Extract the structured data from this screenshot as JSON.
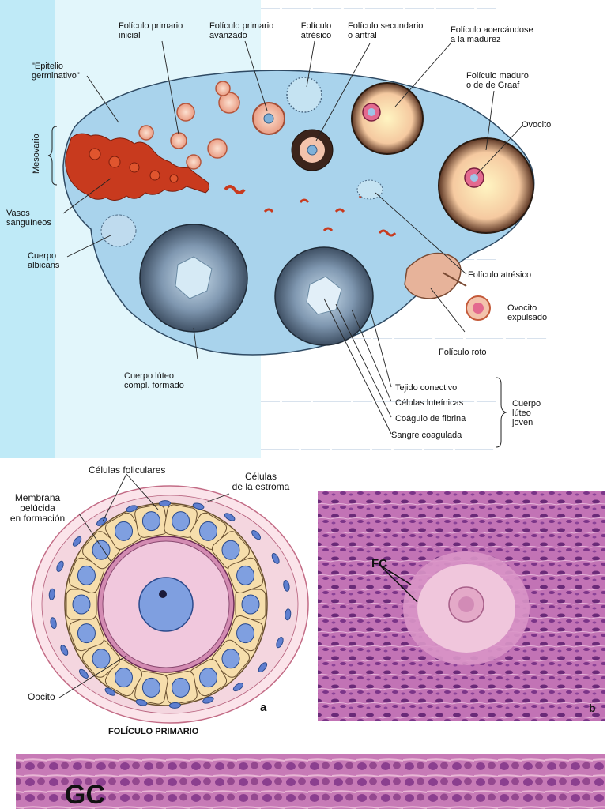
{
  "figure_top": {
    "labels": {
      "primary_initial": "Folículo primario\ninicial",
      "primary_advanced": "Folículo primario\navanzado",
      "atretic_top": "Folículo\natrésico",
      "secondary": "Folículo secundario\no antral",
      "maturing": "Folículo acercándose\na la madurez",
      "germinal_epithelium": "\"Epitelio\ngerminativo\"",
      "mature_graaf": "Folículo maduro\no de de Graaf",
      "oocyte": "Ovocito",
      "mesovarium": "Mesovario",
      "vessels": "Vasos\nsanguíneos",
      "albicans": "Cuerpo\nalbicans",
      "atretic_right": "Folículo atrésico",
      "expelled_oocyte": "Ovocito\nexpulsado",
      "ruptured": "Folículo roto",
      "luteum_complete": "Cuerpo lúteo\ncompl. formado",
      "connective": "Tejido conectivo",
      "luteal_cells": "Células luteínicas",
      "fibrin_clot": "Coágulo de fibrina",
      "clotted_blood": "Sangre coagulada",
      "young_luteum": "Cuerpo\nlúteo\njoven"
    }
  },
  "figure_bottom_left": {
    "caption": "FOLÍCULO PRIMARIO",
    "panel_letter": "a",
    "labels": {
      "follicular_cells": "Células foliculares",
      "stroma_cells": "Células\nde la estroma",
      "pellucid": "Membrana\npelúcida\nen formación",
      "oocyte": "Oocito"
    }
  },
  "figure_bottom_right": {
    "panel_letter": "b",
    "label": "FC"
  },
  "figure_bottom": {
    "label": "GC"
  },
  "colors": {
    "ovary_fill": "#a9d3ec",
    "vessel_red": "#c83a1e",
    "follicle_orange": "#f2b9a6",
    "luteum_blue": "#7f97b0",
    "histology_purple": "#b25aa5",
    "zona_pink": "#f1c8dd",
    "follicle_yellow": "#f6deac",
    "nucleus_blue": "#7f9fe0"
  }
}
